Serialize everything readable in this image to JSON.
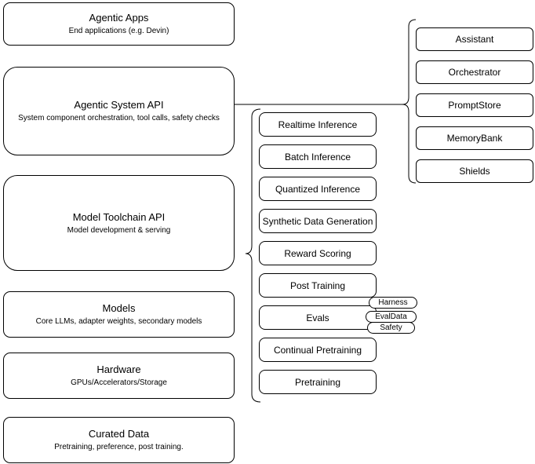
{
  "diagram": {
    "colors": {
      "stroke": "#000000",
      "background": "#ffffff",
      "text": "#000000"
    }
  },
  "stack": [
    {
      "title": "Agentic Apps",
      "subtitle": "End applications (e.g. Devin)"
    },
    {
      "title": "Agentic System API",
      "subtitle": "System component orchestration, tool calls, safety checks"
    },
    {
      "title": "Model Toolchain API",
      "subtitle": "Model development & serving"
    },
    {
      "title": "Models",
      "subtitle": "Core LLMs, adapter weights, secondary models"
    },
    {
      "title": "Hardware",
      "subtitle": "GPUs/Accelerators/Storage"
    },
    {
      "title": "Curated Data",
      "subtitle": "Pretraining, preference, post training."
    }
  ],
  "toolchain": {
    "items": [
      "Realtime Inference",
      "Batch Inference",
      "Quantized Inference",
      "Synthetic Data Generation",
      "Reward Scoring",
      "Post Training",
      "Evals",
      "Continual Pretraining",
      "Pretraining"
    ]
  },
  "evals_badges": [
    "Harness",
    "EvalData",
    "Safety"
  ],
  "system_components": [
    "Assistant",
    "Orchestrator",
    "PromptStore",
    "MemoryBank",
    "Shields"
  ]
}
